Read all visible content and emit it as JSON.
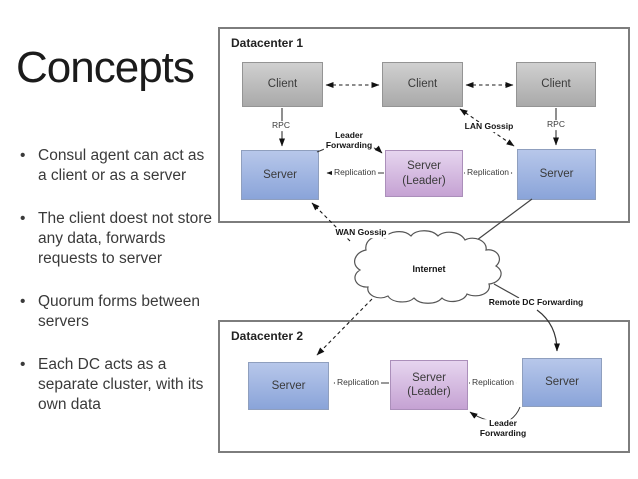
{
  "slide": {
    "title": "Concepts",
    "bullets": [
      "Consul agent can act as a client or as a server",
      "The client doest not store any data, forwards requests to server",
      "Quorum forms between servers",
      "Each DC acts as a separate cluster, with its own data"
    ]
  },
  "diagram": {
    "datacenter1_label": "Datacenter 1",
    "datacenter2_label": "Datacenter 2",
    "node_labels": {
      "client": "Client",
      "server": "Server",
      "leader_line1": "Server",
      "leader_line2": "(Leader)"
    },
    "edge_labels": {
      "rpc": "RPC",
      "replication": "Replication",
      "leader_forwarding_line1": "Leader",
      "leader_forwarding_line2": "Forwarding",
      "lan_gossip": "LAN Gossip",
      "wan_gossip": "WAN Gossip",
      "internet": "Internet",
      "remote_dc_forwarding": "Remote DC Forwarding"
    },
    "colors": {
      "client_top": "#d0d0d0",
      "client_bottom": "#a9a9a9",
      "server_top": "#b7c7ea",
      "server_bottom": "#8aa4d9",
      "leader_top": "#e6d5ef",
      "leader_bottom": "#c5a2d3",
      "box_border": "#7d7d7d"
    }
  }
}
